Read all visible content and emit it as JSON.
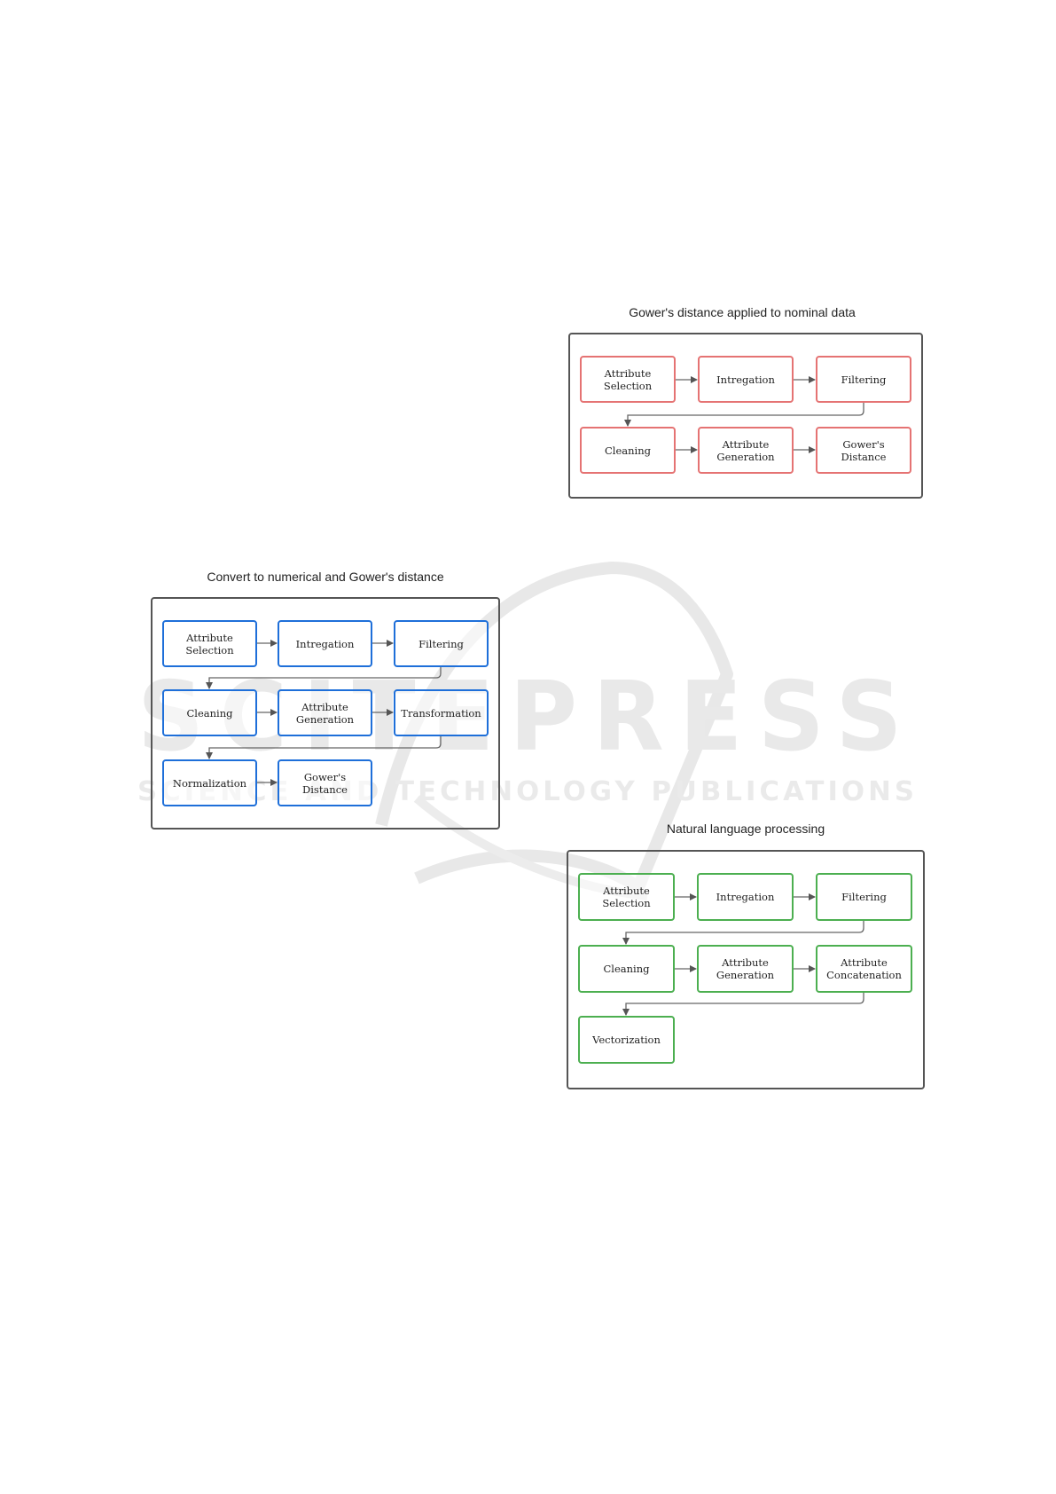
{
  "watermark": {
    "brand": "SCITEPRESS",
    "tagline": "SCIENCE AND TECHNOLOGY PUBLICATIONS"
  },
  "diagrams": {
    "nominal": {
      "title": "Gower's distance applied to nominal data",
      "color": "#e57373",
      "nodes": [
        "Attribute\nSelection",
        "Intregation",
        "Filtering",
        "Cleaning",
        "Attribute\nGeneration",
        "Gower's\nDistance"
      ]
    },
    "numerical": {
      "title": "Convert to numerical and Gower's distance",
      "color": "#1e6fd9",
      "nodes": [
        "Attribute\nSelection",
        "Intregation",
        "Filtering",
        "Cleaning",
        "Attribute\nGeneration",
        "Transformation",
        "Normalization",
        "Gower's\nDistance"
      ]
    },
    "nlp": {
      "title": "Natural language processing",
      "color": "#4caf50",
      "nodes": [
        "Attribute\nSelection",
        "Intregation",
        "Filtering",
        "Cleaning",
        "Attribute\nGeneration",
        "Attribute\nConcatenation",
        "Vectorization"
      ]
    }
  }
}
